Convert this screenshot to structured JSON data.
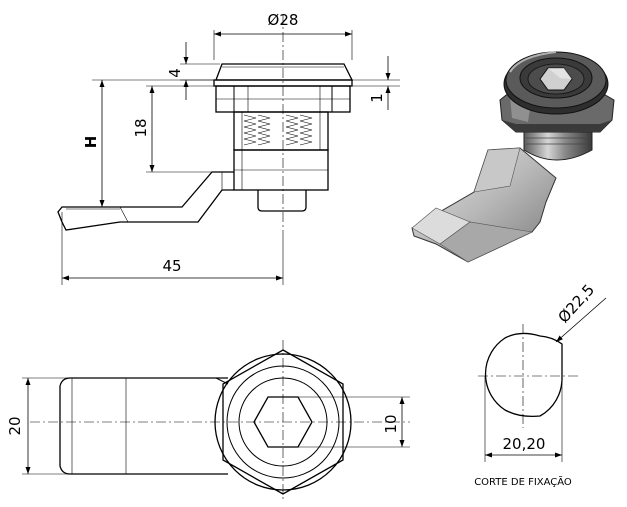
{
  "dimensions": {
    "diameter_head": "Ø28",
    "head_height": "4",
    "flange_gap": "1",
    "height_label": "H",
    "body_height": "18",
    "cam_length": "45",
    "cam_width": "20",
    "hex_size": "10",
    "cutout_diameter": "Ø22,5",
    "cutout_flat": "20,20"
  },
  "captions": {
    "cutout_caption": "CORTE DE FIXAÇÃO"
  },
  "colors": {
    "line": "#000000",
    "shade_dark": "#3a3a3a",
    "shade_mid": "#9a9a9a",
    "shade_light": "#d8d8d8"
  }
}
